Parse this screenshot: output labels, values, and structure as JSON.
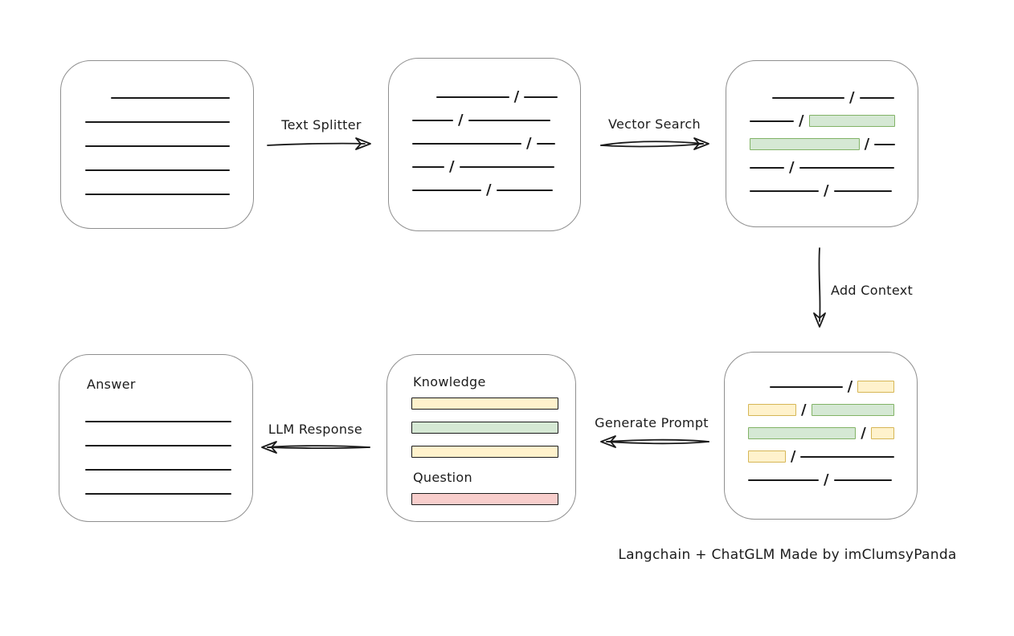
{
  "diagram": {
    "caption": "Langchain + ChatGLM Made by imClumsyPanda",
    "colors": {
      "line": "#1a1a1a",
      "text": "#1c1c1c",
      "box_border": "#8f8f8f",
      "green_fill": "#d5e8d4",
      "green_border": "#82b366",
      "yellow_fill": "#fff2cc",
      "yellow_border": "#d6b656",
      "red_fill": "#f8cecc",
      "red_border": "#b85450"
    },
    "arrow_labels": {
      "text_splitter": "Text Splitter",
      "vector_search": "Vector Search",
      "add_context": "Add Context",
      "generate_prompt": "Generate Prompt",
      "llm_response": "LLM Response"
    },
    "document_box": {
      "rows": [
        [
          {
            "t": "gap",
            "w": 32
          },
          {
            "t": "line",
            "w": 148
          }
        ],
        [
          {
            "t": "line",
            "w": 180
          }
        ],
        [
          {
            "t": "line",
            "w": 180
          }
        ],
        [
          {
            "t": "line",
            "w": 180
          }
        ],
        [
          {
            "t": "line",
            "w": 180
          }
        ]
      ]
    },
    "split_box": {
      "rows": [
        [
          {
            "t": "gap",
            "w": 30
          },
          {
            "t": "line",
            "w": 91
          },
          {
            "t": "slash"
          },
          {
            "t": "line",
            "w": 42
          }
        ],
        [
          {
            "t": "line",
            "w": 51
          },
          {
            "t": "slash"
          },
          {
            "t": "line",
            "w": 102
          }
        ],
        [
          {
            "t": "line",
            "w": 136
          },
          {
            "t": "slash"
          },
          {
            "t": "line",
            "w": 23
          }
        ],
        [
          {
            "t": "line",
            "w": 40
          },
          {
            "t": "slash"
          },
          {
            "t": "line",
            "w": 118
          }
        ],
        [
          {
            "t": "line",
            "w": 86
          },
          {
            "t": "slash"
          },
          {
            "t": "line",
            "w": 70
          }
        ]
      ]
    },
    "matched_box": {
      "rows": [
        [
          {
            "t": "gap",
            "w": 28
          },
          {
            "t": "line",
            "w": 90
          },
          {
            "t": "slash"
          },
          {
            "t": "line",
            "w": 43
          }
        ],
        [
          {
            "t": "line",
            "w": 55
          },
          {
            "t": "slash"
          },
          {
            "t": "green",
            "w": 107
          }
        ],
        [
          {
            "t": "green",
            "w": 138
          },
          {
            "t": "slash"
          },
          {
            "t": "line",
            "w": 26
          }
        ],
        [
          {
            "t": "line",
            "w": 43
          },
          {
            "t": "slash"
          },
          {
            "t": "line",
            "w": 118
          }
        ],
        [
          {
            "t": "line",
            "w": 86
          },
          {
            "t": "slash"
          },
          {
            "t": "line",
            "w": 72
          }
        ]
      ]
    },
    "context_box": {
      "rows": [
        [
          {
            "t": "gap",
            "w": 28
          },
          {
            "t": "line",
            "w": 93
          },
          {
            "t": "slash"
          },
          {
            "t": "yellow",
            "w": 47
          }
        ],
        [
          {
            "t": "yellow",
            "w": 62
          },
          {
            "t": "slash"
          },
          {
            "t": "green",
            "w": 107
          }
        ],
        [
          {
            "t": "green",
            "w": 138
          },
          {
            "t": "slash"
          },
          {
            "t": "yellow",
            "w": 30
          }
        ],
        [
          {
            "t": "yellow",
            "w": 47
          },
          {
            "t": "slash"
          },
          {
            "t": "line",
            "w": 117
          }
        ],
        [
          {
            "t": "line",
            "w": 88
          },
          {
            "t": "slash"
          },
          {
            "t": "line",
            "w": 72
          }
        ]
      ]
    },
    "prompt_box": {
      "knowledge_label": "Knowledge",
      "question_label": "Question",
      "knowledge_bars": [
        {
          "color": "yellow",
          "w": 183
        },
        {
          "color": "green",
          "w": 183
        },
        {
          "color": "yellow",
          "w": 183
        }
      ],
      "question_bars": [
        {
          "color": "red",
          "w": 183
        }
      ]
    },
    "answer_box": {
      "label": "Answer",
      "rows": [
        [
          {
            "t": "line",
            "w": 182
          }
        ],
        [
          {
            "t": "line",
            "w": 182
          }
        ],
        [
          {
            "t": "line",
            "w": 182
          }
        ],
        [
          {
            "t": "line",
            "w": 182
          }
        ]
      ]
    }
  }
}
